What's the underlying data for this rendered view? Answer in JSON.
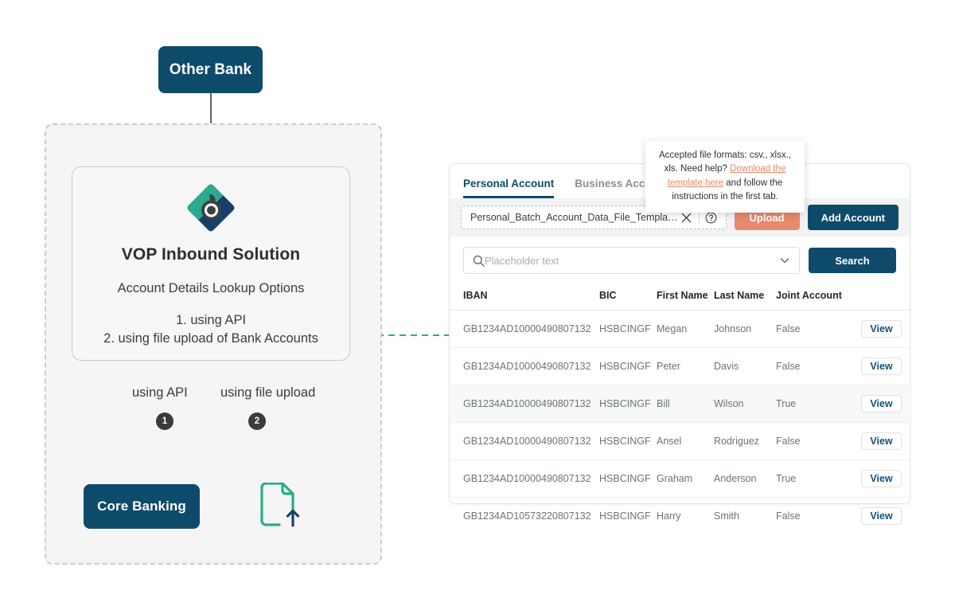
{
  "diagram": {
    "other_bank": "Other Bank",
    "vop": {
      "title": "VOP Inbound Solution",
      "subtitle": "Account Details Lookup Options",
      "option_1": "1. using API",
      "option_2": "2. using file upload of Bank Accounts"
    },
    "branch_label_api": "using API",
    "branch_label_upload": "using file upload",
    "badge_1": "1",
    "badge_2": "2",
    "core_banking": "Core Banking",
    "colors": {
      "node_blue": "#0e4b6b",
      "teal": "#2bab8d",
      "badge_gray": "#3b3b3b"
    }
  },
  "panel": {
    "tabs": [
      {
        "label": "Personal Account",
        "active": true
      },
      {
        "label": "Business Account",
        "active": false
      }
    ],
    "toolbar": {
      "file_name": "Personal_Batch_Account_Data_File_Template.csv",
      "clear_icon": "close-icon",
      "help_icon": "question-circle-icon",
      "upload_label": "Upload",
      "add_account_label": "Add Account",
      "upload_color": "#e68a6d",
      "add_account_color": "#0e4b6b"
    },
    "search": {
      "icon": "search-icon",
      "placeholder": "Placeholder text",
      "value": "",
      "chevron": "chevron-down-icon",
      "button_label": "Search"
    },
    "table": {
      "columns": [
        "IBAN",
        "BIC",
        "First Name",
        "Last Name",
        "Joint Account",
        ""
      ],
      "action_label": "View",
      "rows": [
        {
          "iban": "GB1234AD10000490807132",
          "bic": "HSBCINGF",
          "first": "Megan",
          "last": "Johnson",
          "joint": "False",
          "striped": false
        },
        {
          "iban": "GB1234AD10000490807132",
          "bic": "HSBCINGF",
          "first": "Peter",
          "last": "Davis",
          "joint": "False",
          "striped": false
        },
        {
          "iban": "GB1234AD10000490807132",
          "bic": "HSBCINGF",
          "first": "Bill",
          "last": "Wilson",
          "joint": "True",
          "striped": true
        },
        {
          "iban": "GB1234AD10000490807132",
          "bic": "HSBCINGF",
          "first": "Ansel",
          "last": "Rodriguez",
          "joint": "False",
          "striped": false
        },
        {
          "iban": "GB1234AD10000490807132",
          "bic": "HSBCINGF",
          "first": "Graham",
          "last": "Anderson",
          "joint": "True",
          "striped": false
        },
        {
          "iban": "GB1234AD10573220807132",
          "bic": "HSBCINGF",
          "first": "Harry",
          "last": "Smith",
          "joint": "False",
          "striped": false
        }
      ]
    }
  },
  "tooltip": {
    "line1": "Accepted file formats: csv., xlsx., xls.",
    "line2_pre": "Need help? ",
    "link": "Download the template here",
    "line2_post": " and follow the instructions in the first tab."
  }
}
